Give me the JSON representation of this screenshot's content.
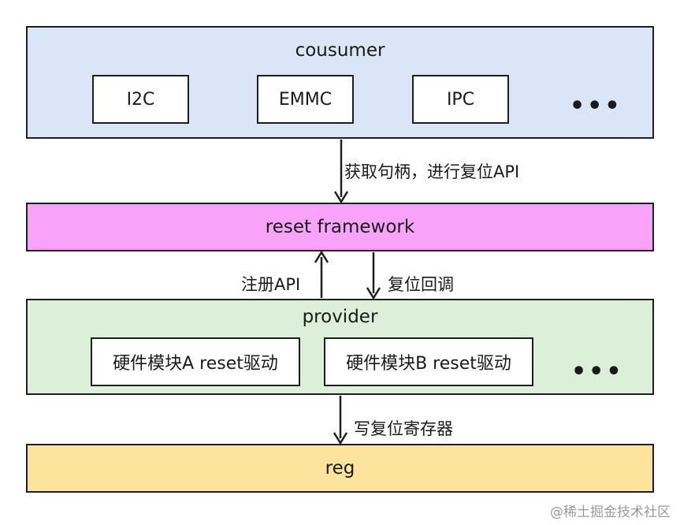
{
  "consumer": {
    "title": "cousumer",
    "modules": [
      "I2C",
      "EMMC",
      "IPC"
    ],
    "more": "•••",
    "fill": "#dae6f7"
  },
  "framework": {
    "title": "reset framework",
    "fill": "#f9a2f9"
  },
  "provider": {
    "title": "provider",
    "modules": [
      "硬件模块A reset驱动",
      "硬件模块B reset驱动"
    ],
    "more": "•••",
    "fill": "#dcefd9"
  },
  "reg": {
    "title": "reg",
    "fill": "#fde49c"
  },
  "edges": {
    "consumer_to_framework": "获取句柄，进行复位API",
    "provider_register": "注册API",
    "framework_callback": "复位回调",
    "provider_to_reg": "写复位寄存器"
  },
  "watermark": "@稀土掘金技术社区"
}
